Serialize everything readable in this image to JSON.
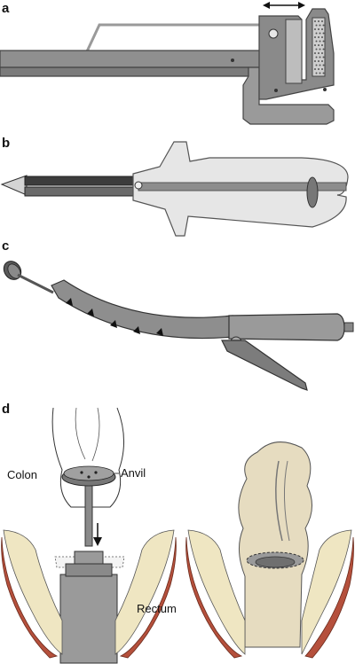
{
  "panels": {
    "a": {
      "letter": "a"
    },
    "b": {
      "letter": "b"
    },
    "c": {
      "letter": "c"
    },
    "d": {
      "letter": "d",
      "labels": {
        "colon": "Colon",
        "anvil": "Anvil",
        "rectum": "Rectum"
      }
    }
  },
  "colors": {
    "instrument_gray": "#8e8e8e",
    "instrument_dark": "#6f6f6f",
    "instrument_light": "#d6d6d6",
    "shaft_dark": "#4a4a4a",
    "muscle_red": "#b5503c",
    "fat_cream": "#efe6c2",
    "bowel_tan": "#e6dcc0"
  }
}
